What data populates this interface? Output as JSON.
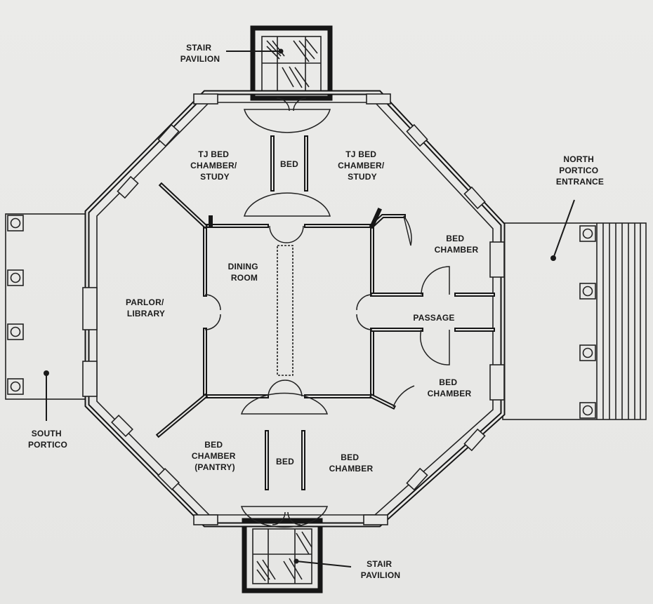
{
  "labels": {
    "stair_pavilion_top": [
      "STAIR",
      "PAVILION"
    ],
    "stair_pavilion_bottom": [
      "STAIR",
      "PAVILION"
    ],
    "north_portico": [
      "NORTH",
      "PORTICO",
      "ENTRANCE"
    ],
    "south_portico": [
      "SOUTH",
      "PORTICO"
    ],
    "tj_bed_left": [
      "TJ BED",
      "CHAMBER/",
      "STUDY"
    ],
    "tj_bed_right": [
      "TJ BED",
      "CHAMBER/",
      "STUDY"
    ],
    "bed_top": [
      "BED"
    ],
    "bed_bottom": [
      "BED"
    ],
    "bed_chamber_ne": [
      "BED",
      "CHAMBER"
    ],
    "passage": [
      "PASSAGE"
    ],
    "bed_chamber_se": [
      "BED",
      "CHAMBER"
    ],
    "dining_room": [
      "DINING",
      "ROOM"
    ],
    "parlor_library": [
      "PARLOR/",
      "LIBRARY"
    ],
    "bed_chamber_pantry": [
      "BED",
      "CHAMBER",
      "(PANTRY)"
    ],
    "bed_chamber_s": [
      "BED",
      "CHAMBER"
    ]
  },
  "colors": {
    "ink": "#161616",
    "paper": "#e9e9e7"
  }
}
